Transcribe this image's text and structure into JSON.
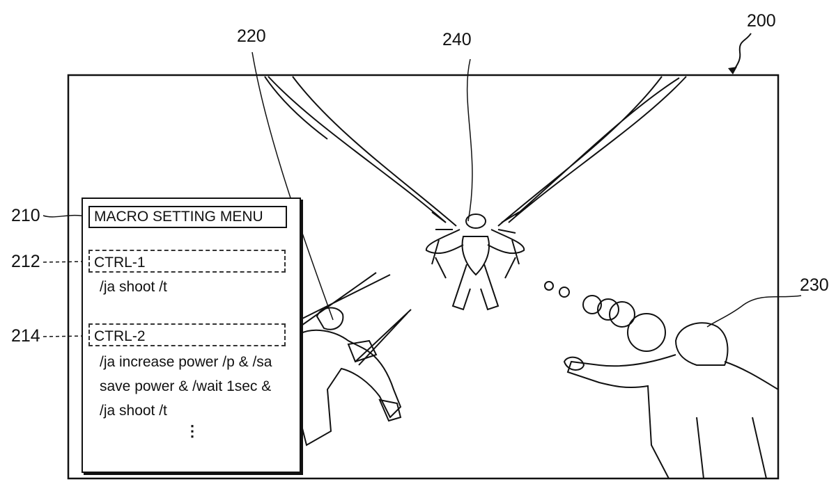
{
  "reference_numerals": {
    "screen": "200",
    "menu": "210",
    "macro1": "212",
    "macro2": "214",
    "player_character": "220",
    "other_character": "230",
    "monster": "240"
  },
  "menu": {
    "title": "MACRO SETTING MENU",
    "macros": [
      {
        "key": "CTRL-1",
        "lines": [
          "/ja shoot /t"
        ]
      },
      {
        "key": "CTRL-2",
        "lines": [
          "/ja increase power /p & /sa",
          "save power & /wait 1sec &",
          "/ja shoot /t"
        ]
      }
    ],
    "more": "⋮"
  }
}
